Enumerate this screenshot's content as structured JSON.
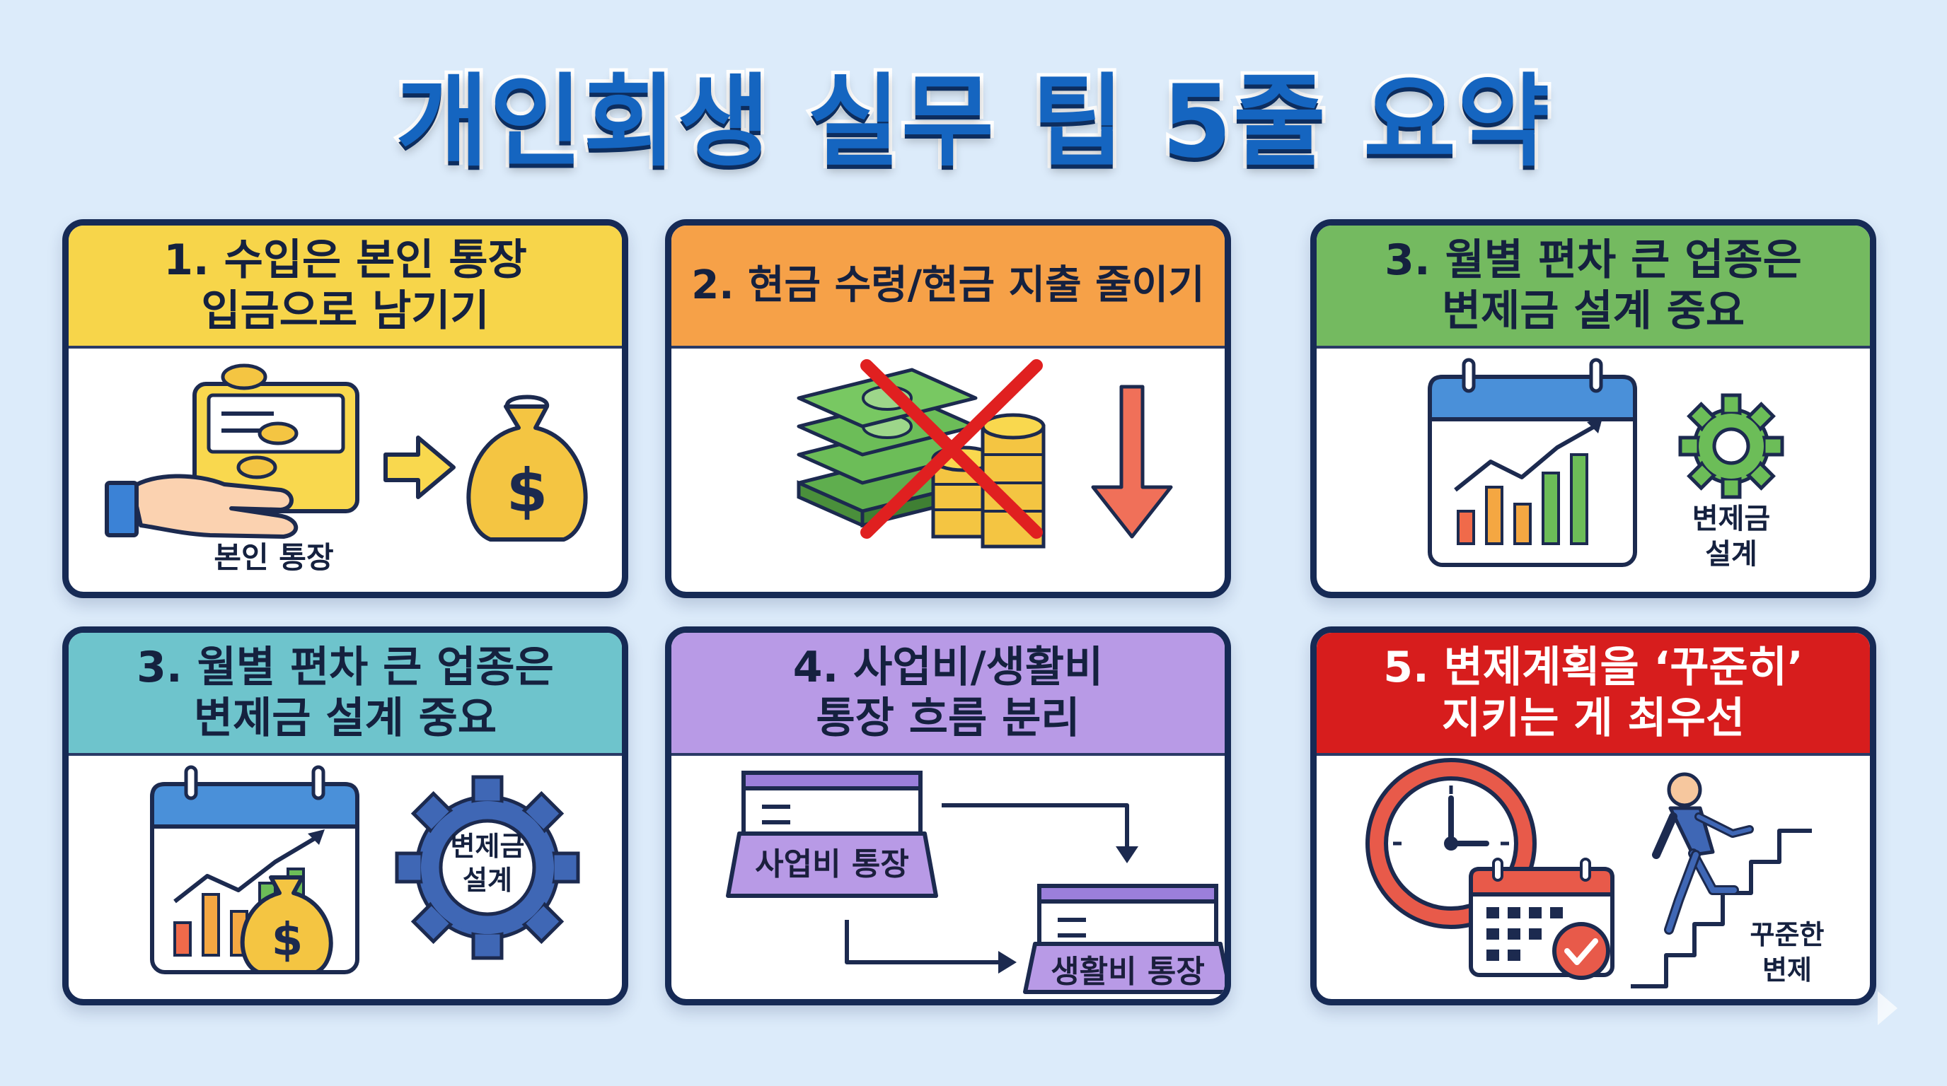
{
  "title": "개인회생 실무 팁 5줄 요약",
  "colors": {
    "background": "#dcebfa",
    "title": "#1565c0",
    "border": "#162a55",
    "card1_header": "#f7d54a",
    "card2_header": "#f6a148",
    "card3_header": "#74ba60",
    "card4_header": "#6ec4cc",
    "card5_header": "#b89ae6",
    "card6_header": "#d71d1d"
  },
  "cards": [
    {
      "heading_lines": [
        "1. 수입은 본인 통장",
        "입금으로 남기기"
      ],
      "labels": {
        "account": "본인 통장"
      },
      "icons": [
        "hand-coins-icon",
        "bank-account-icon",
        "arrow-right-icon",
        "money-bag-icon"
      ]
    },
    {
      "heading_lines": [
        "2. 현금 수령/현금 지출 줄이기"
      ],
      "icons": [
        "cash-stack-icon",
        "coin-stack-icon",
        "red-x-icon",
        "arrow-down-icon"
      ]
    },
    {
      "heading_lines": [
        "3. 월별 편차 큰 업종은",
        "변제금 설계 중요"
      ],
      "labels": {
        "gear_line1": "변제금",
        "gear_line2": "설계"
      },
      "icons": [
        "calendar-chart-icon",
        "gear-icon"
      ]
    },
    {
      "heading_lines": [
        "3. 월별 편차 큰 업종은",
        "변제금 설계 중요"
      ],
      "labels": {
        "gear_line1": "변제금",
        "gear_line2": "설계"
      },
      "icons": [
        "calendar-chart-icon",
        "money-bag-icon",
        "gear-icon"
      ]
    },
    {
      "heading_lines": [
        "4. 사업비/생활비",
        "통장 흐름 분리"
      ],
      "labels": {
        "business_account": "사업비 통장",
        "living_account": "생활비 통장"
      },
      "icons": [
        "card-icon",
        "arrow-icon"
      ]
    },
    {
      "heading_lines": [
        "5. 변제계획을 ‘꾸준히’",
        "지키는 게 최우선"
      ],
      "labels": {
        "steady_line1": "꾸준한",
        "steady_line2": "변제"
      },
      "icons": [
        "clock-icon",
        "calendar-check-icon",
        "person-climbing-stairs-icon"
      ]
    }
  ]
}
